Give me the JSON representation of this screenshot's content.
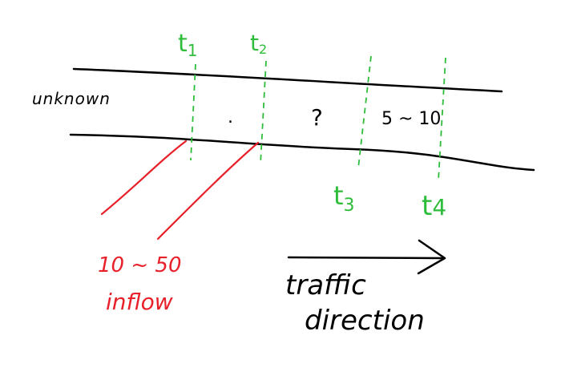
{
  "road": {
    "left_label": "unknown",
    "question_mark": "?",
    "dot": ".",
    "range_label": "5 ~ 10"
  },
  "time_markers": [
    {
      "id": "t1",
      "label_main": "t",
      "label_sub": "1"
    },
    {
      "id": "t2",
      "label_main": "t",
      "label_sub": "2"
    },
    {
      "id": "t3",
      "label_main": "t",
      "label_sub": "3"
    },
    {
      "id": "t4",
      "label_main": "t",
      "label_sub": "4"
    }
  ],
  "inflow": {
    "range": "10 ~ 50",
    "label": "inflow"
  },
  "direction": {
    "line1": "traffic",
    "line2": "direction"
  },
  "colors": {
    "ink": "#000000",
    "marker": "#2ebd3a",
    "inflow": "#e8202a"
  }
}
